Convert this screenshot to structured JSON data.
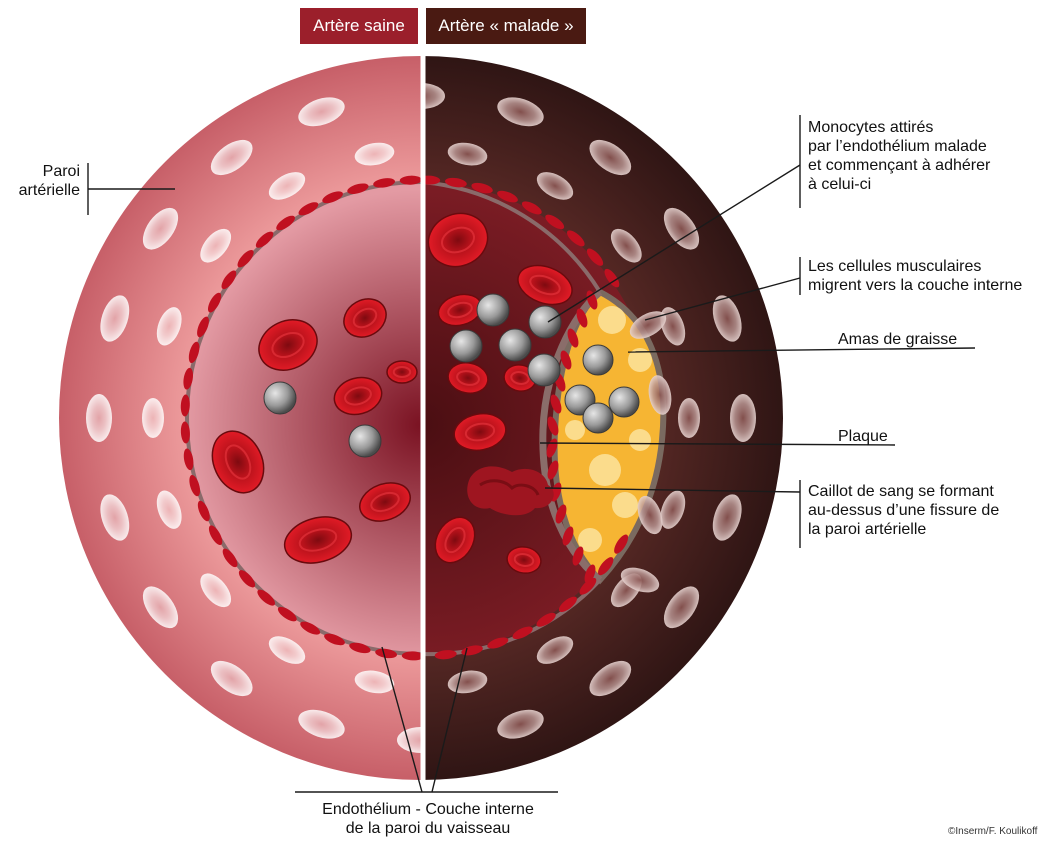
{
  "header": {
    "healthy_tab": "Artère saine",
    "diseased_tab": "Artère « malade »"
  },
  "labels": {
    "arterial_wall": [
      "Paroi",
      "artérielle"
    ],
    "monocytes": [
      "Monocytes attirés",
      "par l’endothélium malade",
      "et commençant à adhérer",
      "à celui-ci"
    ],
    "muscle_cells": [
      "Les cellules musculaires",
      "migrent vers la couche interne"
    ],
    "fat": "Amas de graisse",
    "plaque": "Plaque",
    "clot": [
      "Caillot de sang se formant",
      "au-dessus d’une fissure de",
      "la paroi artérielle"
    ],
    "endothelium": [
      "Endothélium - Couche interne",
      "de la paroi du vaisseau"
    ]
  },
  "credit": "©Inserm/F. Koulikoff",
  "colors": {
    "healthy_tab": "#9b1f2b",
    "diseased_tab": "#4a1a12",
    "healthy_wall": "#d9787c",
    "diseased_wall": "#3a1a19",
    "red_cell": "#c8101a",
    "monocyte": "#8d8d8d",
    "fat": "#f6b533"
  }
}
